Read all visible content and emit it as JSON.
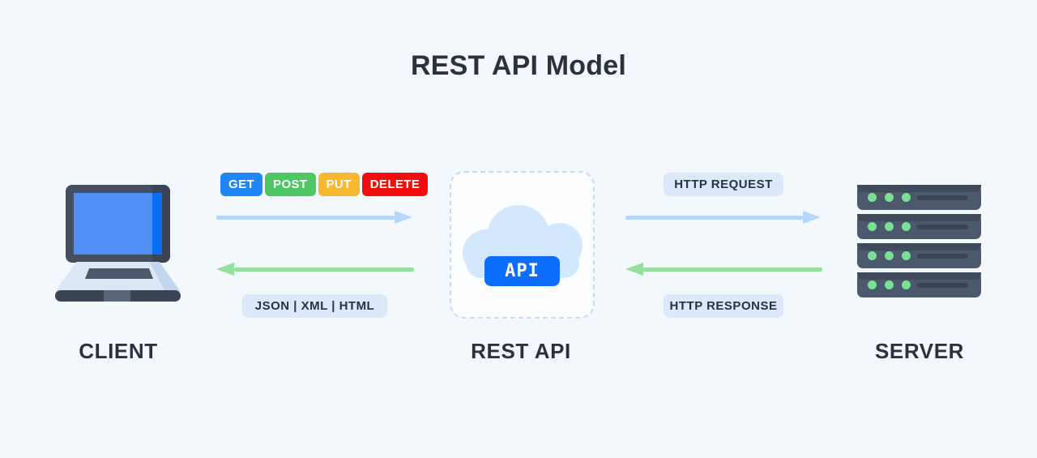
{
  "page": {
    "title": "REST API Model",
    "background_color": "#f3f8fd",
    "text_color": "#2b313f"
  },
  "nodes": [
    {
      "id": "client",
      "label": "CLIENT",
      "icon": "laptop-icon"
    },
    {
      "id": "rest_api",
      "label": "REST API",
      "icon": "cloud-icon",
      "badge": "API"
    },
    {
      "id": "server",
      "label": "SERVER",
      "icon": "server-rack-icon"
    }
  ],
  "http_methods": [
    {
      "label": "GET",
      "color": "#2186f5"
    },
    {
      "label": "POST",
      "color": "#4cc764"
    },
    {
      "label": "PUT",
      "color": "#f9b731"
    },
    {
      "label": "DELETE",
      "color": "#f40d0d"
    }
  ],
  "formats_pill": "JSON | XML | HTML",
  "http_request_pill": "HTTP REQUEST",
  "http_response_pill": "HTTP RESPONSE",
  "arrows": {
    "request_color": "#b4d7fb",
    "response_color": "#93e09c"
  },
  "server_racks": [
    {
      "leds": 3
    },
    {
      "leds": 3
    },
    {
      "leds": 3
    },
    {
      "leds": 3
    }
  ],
  "colors": {
    "api_pill": "#0d6efd",
    "cloud": "#d3e8fc",
    "dashed_border": "#c3dcf7",
    "pill_background": "#dce9fb",
    "laptop_body": "#454f5f",
    "laptop_screen": "#4e90f6",
    "server_body": "#4c596c",
    "server_led": "#79e094"
  }
}
